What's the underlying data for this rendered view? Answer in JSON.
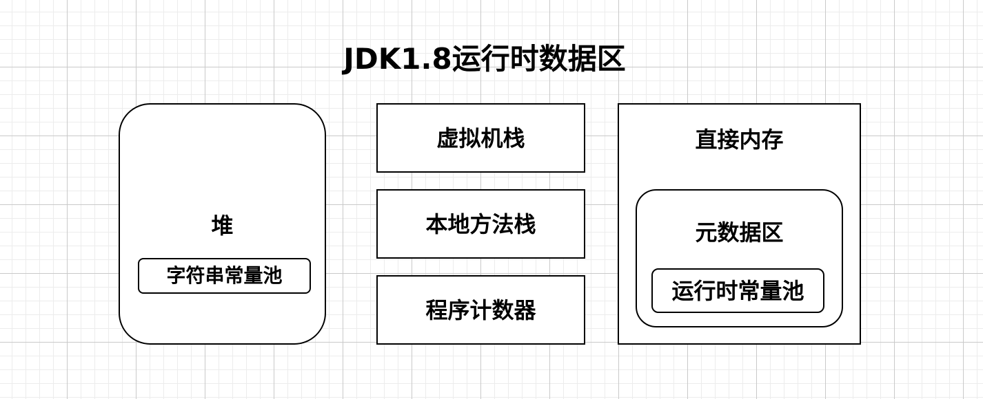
{
  "title": "JDK1.8运行时数据区",
  "heap": {
    "label": "堆",
    "string_pool": "字符串常量池"
  },
  "stack_column": {
    "vm_stack": "虚拟机栈",
    "native_method_stack": "本地方法栈",
    "program_counter": "程序计数器"
  },
  "direct_memory": {
    "label": "直接内存",
    "metaspace": {
      "label": "元数据区",
      "runtime_constant_pool": "运行时常量池"
    }
  }
}
